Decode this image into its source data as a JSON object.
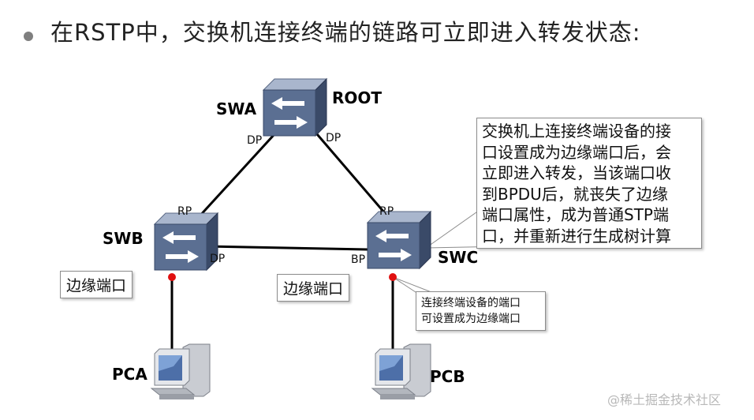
{
  "heading": {
    "text": "在RSTP中，交换机连接终端的链路可立即进入转发状态:"
  },
  "nodes": {
    "swa": {
      "name": "SWA",
      "role": "ROOT"
    },
    "swb": {
      "name": "SWB"
    },
    "swc": {
      "name": "SWC"
    },
    "pca": {
      "name": "PCA"
    },
    "pcb": {
      "name": "PCB"
    }
  },
  "ports": {
    "swa_left": "DP",
    "swa_right": "DP",
    "swb_up": "RP",
    "swb_right": "DP",
    "swc_up": "RP",
    "swc_left": "BP"
  },
  "callouts": {
    "main": "交换机上连接终端设备的接\n口设置成为边缘端口后，会\n立即进入转发，当该端口收\n到BPDU后，就丧失了边缘\n端口属性，成为普通STP端\n口，并重新进行生成树计算",
    "edge_left": "边缘端口",
    "edge_right": "边缘端口",
    "small": "连接终端设备的端口\n可设置成为边缘端口"
  },
  "watermark": "@稀土掘金技术社区",
  "colors": {
    "switch_front": "#5b6f92",
    "switch_top": "#a9b6cd",
    "switch_side": "#3a4a68",
    "edge_port_dot": "#e01010",
    "link": "#000000"
  }
}
